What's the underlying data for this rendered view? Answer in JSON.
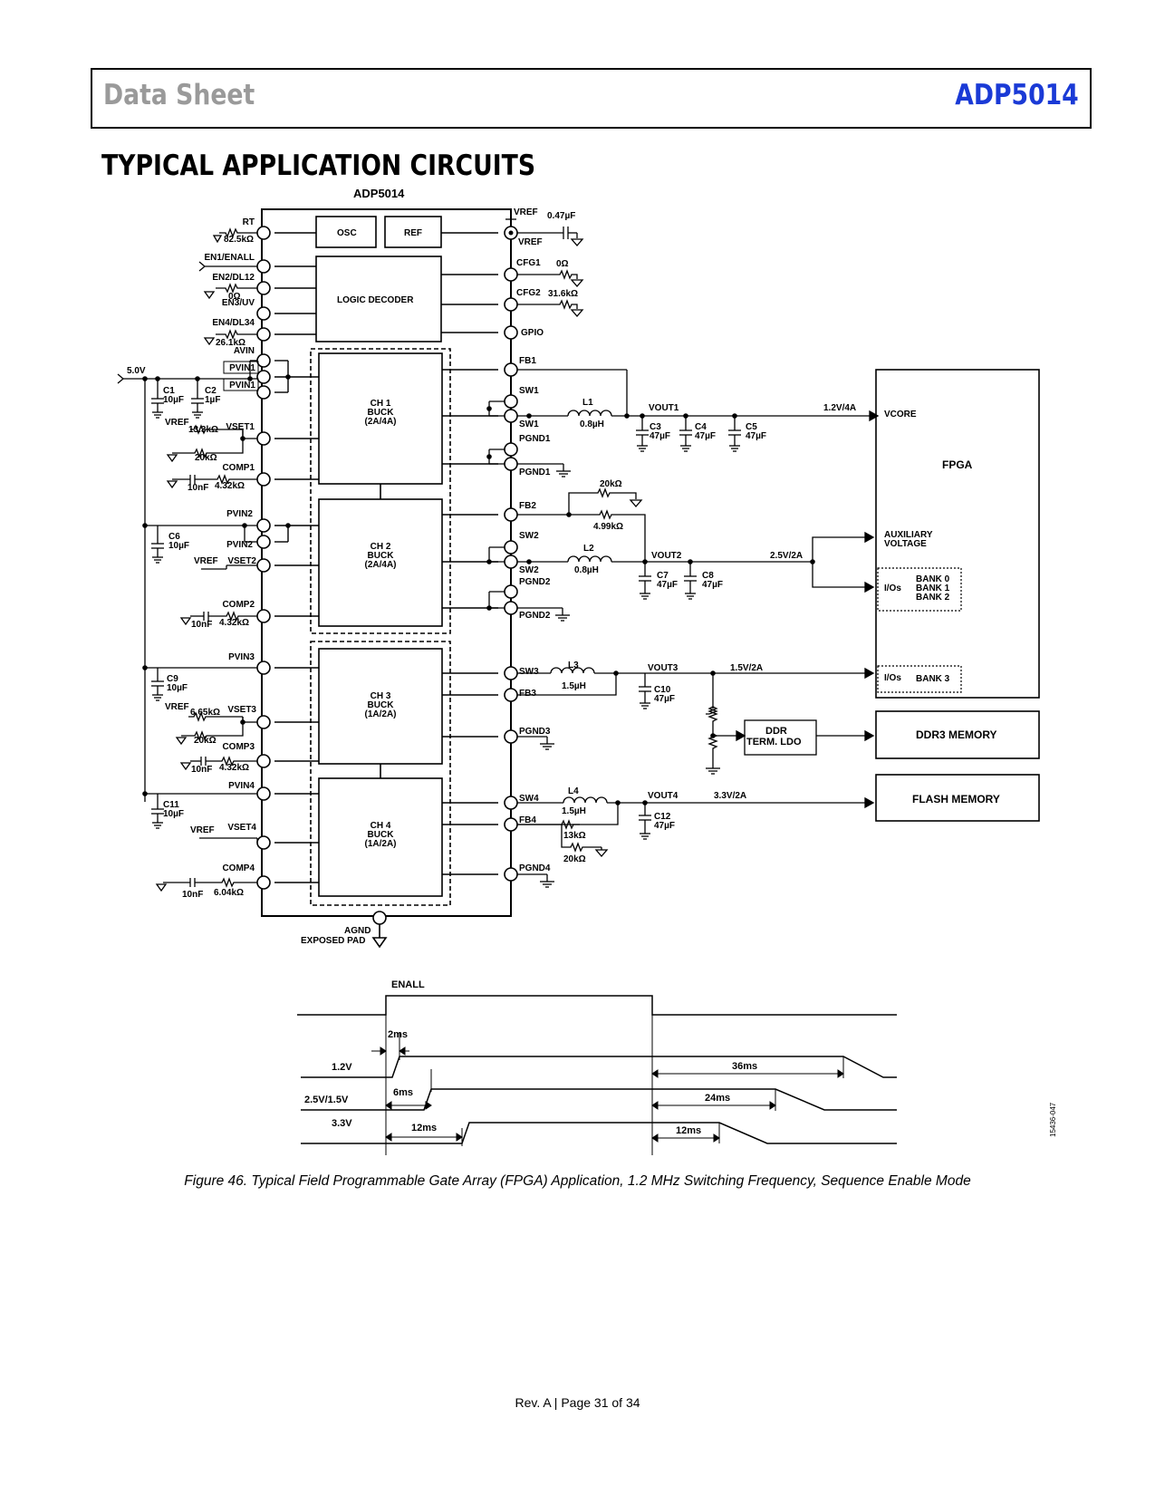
{
  "header": {
    "left": "Data Sheet",
    "right": "ADP5014"
  },
  "section_title": "TYPICAL APPLICATION CIRCUITS",
  "chip": {
    "name": "ADP5014",
    "osc": "OSC",
    "ref": "REF",
    "logic": "LOGIC DECODER",
    "ch1": [
      "CH 1",
      "BUCK",
      "(2A/4A)"
    ],
    "ch2": [
      "CH 2",
      "BUCK",
      "(2A/4A)"
    ],
    "ch3": [
      "CH 3",
      "BUCK",
      "(1A/2A)"
    ],
    "ch4": [
      "CH 4",
      "BUCK",
      "(1A/2A)"
    ],
    "agnd": "AGND",
    "exposed_pad": "EXPOSED PAD"
  },
  "pins_left": {
    "rt": "RT",
    "en1": "EN1/ENALL",
    "en2": "EN2/DL12",
    "en3": "EN3/UV",
    "en4": "EN4/DL34",
    "avin": "AVIN",
    "pvin1a": "PVIN1",
    "pvin1b": "PVIN1",
    "vset1": "VSET1",
    "comp1": "COMP1",
    "pvin2a": "PVIN2",
    "pvin2b": "PVIN2",
    "vset2": "VSET2",
    "comp2": "COMP2",
    "pvin3": "PVIN3",
    "vset3": "VSET3",
    "comp3": "COMP3",
    "pvin4": "PVIN4",
    "vset4": "VSET4",
    "comp4": "COMP4"
  },
  "pins_right": {
    "vref_top": "VREF",
    "vref": "VREF",
    "cfg1": "CFG1",
    "cfg2": "CFG2",
    "gpio": "GPIO",
    "fb1": "FB1",
    "sw1a": "SW1",
    "sw1b": "SW1",
    "pgnd1a": "PGND1",
    "pgnd1b": "PGND1",
    "fb2": "FB2",
    "sw2a": "SW2",
    "sw2b": "SW2",
    "pgnd2a": "PGND2",
    "pgnd2b": "PGND2",
    "sw3": "SW3",
    "fb3": "FB3",
    "pgnd3": "PGND3",
    "sw4": "SW4",
    "fb4": "FB4",
    "pgnd4": "PGND4"
  },
  "components": {
    "r_rt": "82.5kΩ",
    "r_en2": "0Ω",
    "r_en4": "26.1kΩ",
    "vin": "5.0V",
    "c1": "C1",
    "c1v": "10µF",
    "c2": "C2",
    "c2v": "1µF",
    "vref1": "VREF",
    "r_vset1a": "13.3kΩ",
    "r_vset1b": "20kΩ",
    "c_comp1": "10nF",
    "r_comp1": "4.32kΩ",
    "c6": "C6",
    "c6v": "10µF",
    "vref2": "VREF",
    "c_comp2": "10nF",
    "r_comp2": "4.32kΩ",
    "c9": "C9",
    "c9v": "10µF",
    "vref3": "VREF",
    "r_vset3a": "6.65kΩ",
    "r_vset3b": "20kΩ",
    "c_comp3": "10nF",
    "r_comp3": "4.32kΩ",
    "c11": "C11",
    "c11v": "10µF",
    "vref4": "VREF",
    "c_comp4": "10nF",
    "r_comp4": "6.04kΩ",
    "c_vref": "0.47µF",
    "r_cfg1": "0Ω",
    "r_cfg2": "31.6kΩ",
    "l1": "L1",
    "l1v": "0.8µH",
    "vout1": "VOUT1",
    "c3": "C3",
    "c3v": "47µF",
    "c4": "C4",
    "c4v": "47µF",
    "c5": "C5",
    "c5v": "47µF",
    "rail1": "1.2V/4A",
    "r_fb2a": "20kΩ",
    "r_fb2b": "4.99kΩ",
    "l2": "L2",
    "l2v": "0.8µH",
    "vout2": "VOUT2",
    "c7": "C7",
    "c7v": "47µF",
    "c8": "C8",
    "c8v": "47µF",
    "rail2": "2.5V/2A",
    "l3": "L3",
    "l3v": "1.5µH",
    "vout3": "VOUT3",
    "c10": "C10",
    "c10v": "47µF",
    "rail3": "1.5V/2A",
    "l4": "L4",
    "l4v": "1.5µH",
    "vout4": "VOUT4",
    "c12": "C12",
    "c12v": "47µF",
    "rail4": "3.3V/2A",
    "r_fb4a": "13kΩ",
    "r_fb4b": "20kΩ"
  },
  "blocks": {
    "fpga": "FPGA",
    "vcore": "VCORE",
    "aux": [
      "AUXILIARY",
      "VOLTAGE"
    ],
    "ios": "I/Os",
    "banks": [
      "BANK 0",
      "BANK 1",
      "BANK 2"
    ],
    "ios3": "I/Os",
    "bank3": "BANK 3",
    "ddr_ldo": [
      "DDR",
      "TERM. LDO"
    ],
    "ddr3": "DDR3 MEMORY",
    "flash": "FLASH MEMORY"
  },
  "timing": {
    "enall": "ENALL",
    "s1": "1.2V",
    "s2": "2.5V/1.5V",
    "s3": "3.3V",
    "t_2ms": "2ms",
    "t_6ms": "6ms",
    "t_12ms": "12ms",
    "t_36ms": "36ms",
    "t_24ms": "24ms",
    "t_12ms_off": "12ms"
  },
  "figure_code": "15436-047",
  "caption": "Figure 46. Typical Field Programmable Gate Array (FPGA) Application, 1.2 MHz Switching Frequency, Sequence Enable Mode",
  "footer": "Rev. A | Page 31 of 34"
}
